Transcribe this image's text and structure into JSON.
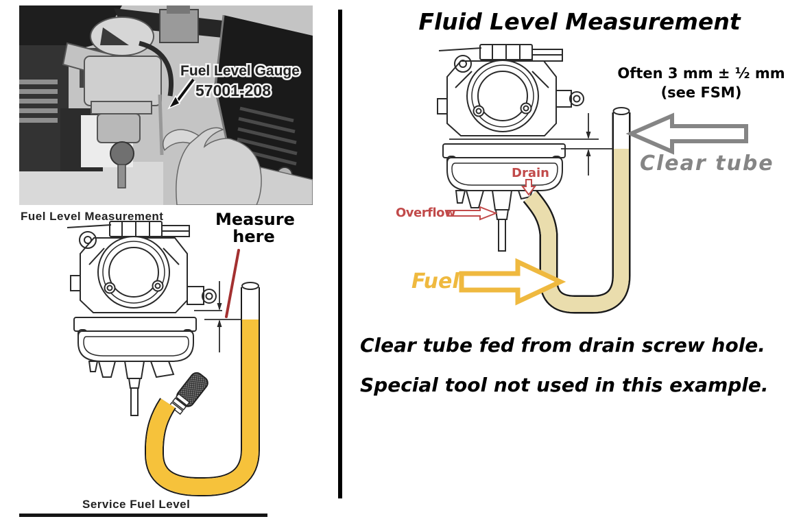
{
  "left_panel": {
    "photo_label": {
      "line1": "Fuel Level Gauge",
      "line2": "57001-208"
    },
    "photo_caption": "Fuel Level Measurement",
    "measure_label": {
      "line1": "Measure",
      "line2": "here"
    },
    "diagram_caption": "Service Fuel Level"
  },
  "right_panel": {
    "title": "Fluid Level Measurement",
    "spec": {
      "line1": "Often 3 mm ± ½ mm",
      "line2": "(see FSM)"
    },
    "labels": {
      "clear_tube": "Clear tube",
      "drain": "Drain",
      "overflow": "Overflow",
      "fuel": "Fuel"
    },
    "notes": {
      "line1": "Clear tube fed from drain screw hole.",
      "line2": "Special tool not used in this example."
    }
  },
  "colors": {
    "fuel_yellow": "#F6C23B",
    "tube_tan": "#EADDAD",
    "label_red": "#C14A4A",
    "leader_red": "#A33030",
    "arrow_gray": "#858585",
    "fuel_arrow_gold": "#EFB93F",
    "ink_black": "#111111"
  }
}
